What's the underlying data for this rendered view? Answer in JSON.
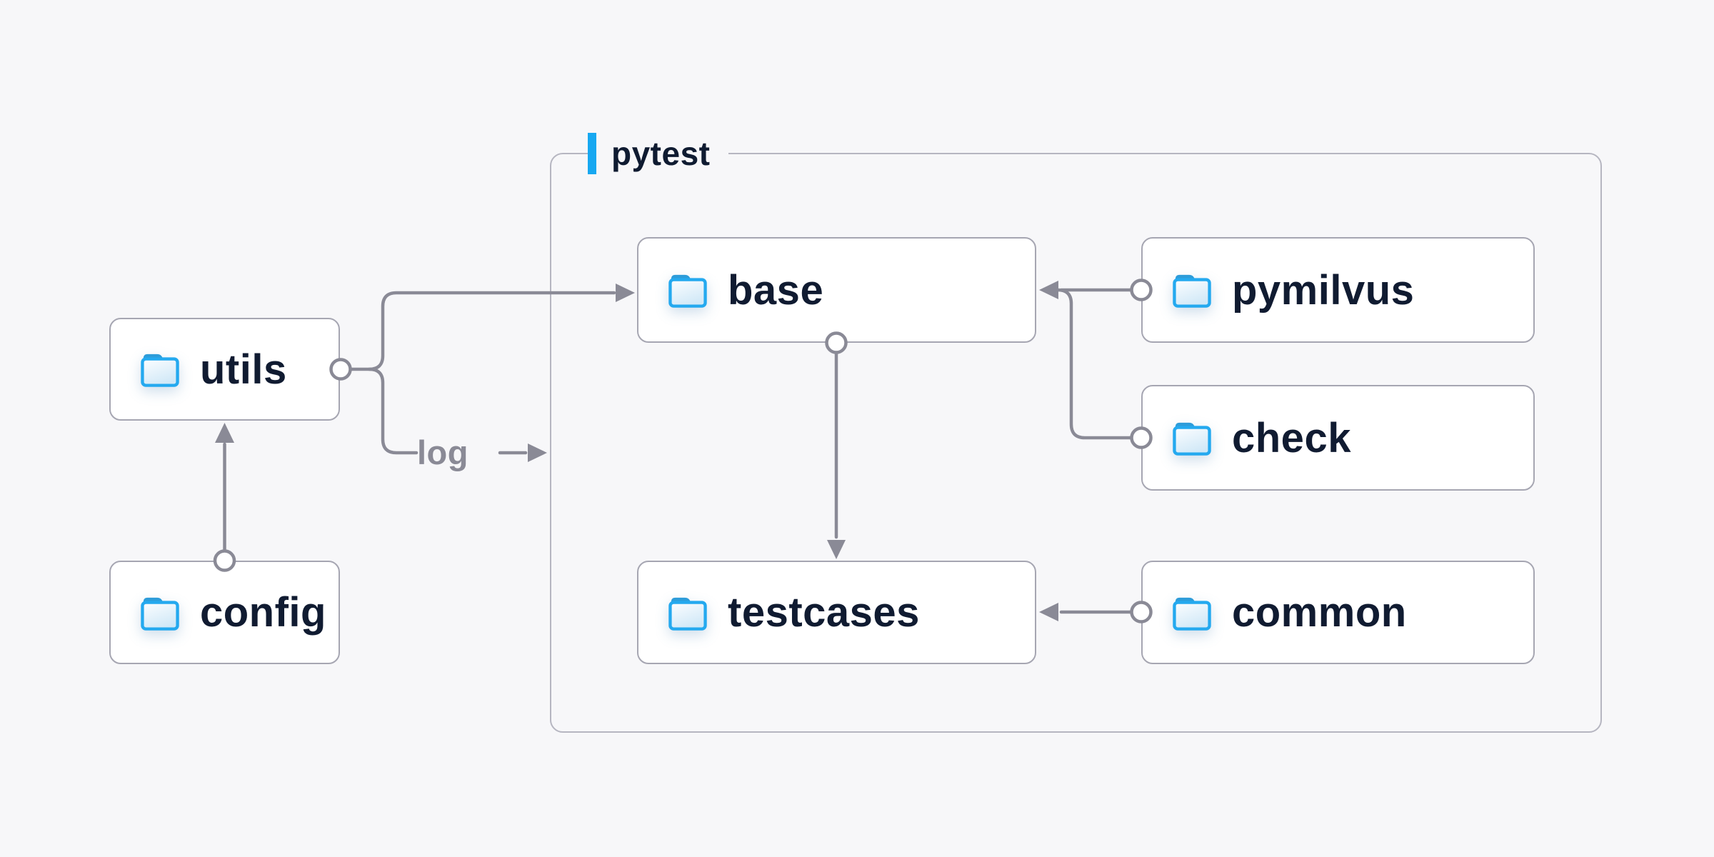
{
  "diagram": {
    "background_color": "#f7f7f9",
    "accent_color": "#17a8f1",
    "line_color": "#8a8a96",
    "node_border_color": "#a6a6b2",
    "group_border_color": "#b6b6c1",
    "text_color": "#101b31",
    "container": {
      "label": "pytest"
    },
    "edge_label": "log",
    "nodes": [
      {
        "id": "utils",
        "label": "utils",
        "icon": "folder-icon"
      },
      {
        "id": "config",
        "label": "config",
        "icon": "folder-icon"
      },
      {
        "id": "base",
        "label": "base",
        "icon": "folder-icon"
      },
      {
        "id": "pymilvus",
        "label": "pymilvus",
        "icon": "folder-icon"
      },
      {
        "id": "check",
        "label": "check",
        "icon": "folder-icon"
      },
      {
        "id": "testcases",
        "label": "testcases",
        "icon": "folder-icon"
      },
      {
        "id": "common",
        "label": "common",
        "icon": "folder-icon"
      }
    ],
    "edges": [
      {
        "from": "config",
        "to": "utils"
      },
      {
        "from": "utils",
        "to": "base"
      },
      {
        "from": "utils",
        "to": "log"
      },
      {
        "from": "pymilvus",
        "to": "base"
      },
      {
        "from": "check",
        "to": "base"
      },
      {
        "from": "base",
        "to": "testcases"
      },
      {
        "from": "common",
        "to": "testcases"
      }
    ]
  }
}
